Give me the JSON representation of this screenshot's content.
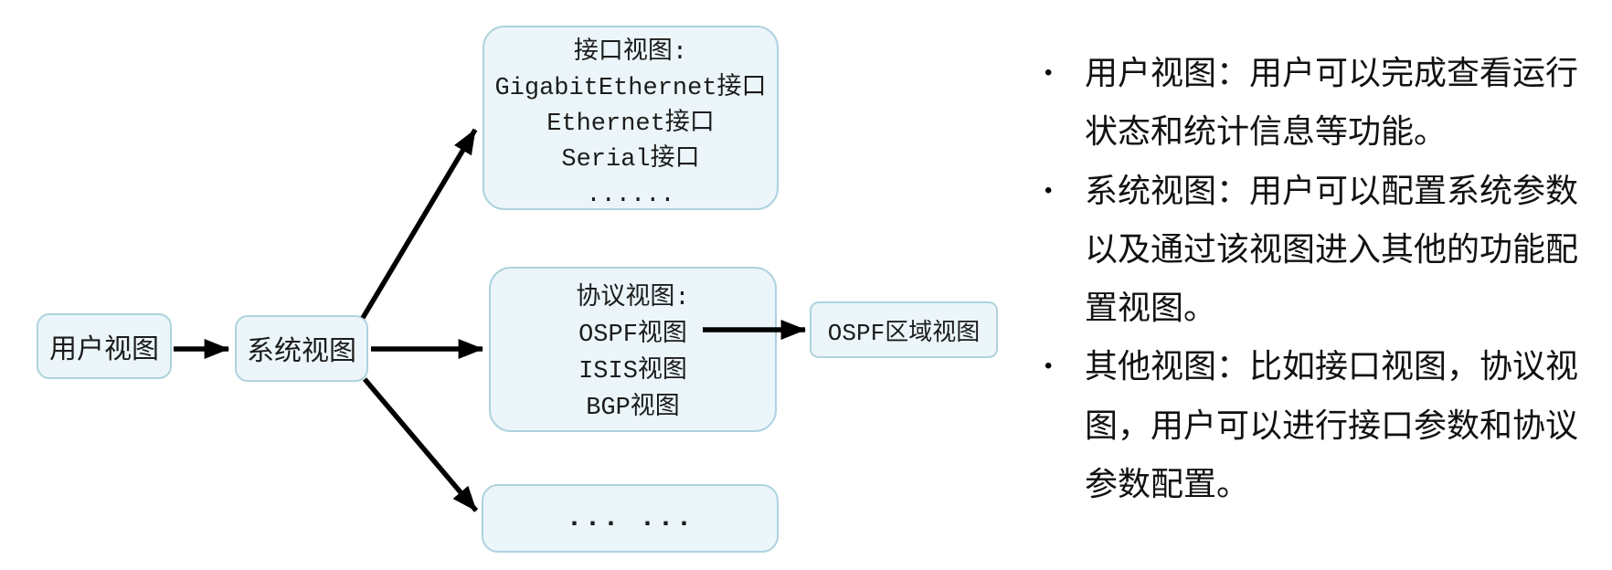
{
  "colors": {
    "box_border": "#aed2de",
    "box_fill": "#ecf6fa",
    "arrow": "#000000",
    "text": "#1c1c1c"
  },
  "diagram": {
    "nodes": {
      "user_view": {
        "label": "用户视图"
      },
      "system_view": {
        "label": "系统视图"
      },
      "interface_view": {
        "lines": [
          "接口视图:",
          "GigabitEthernet接口",
          "Ethernet接口",
          "Serial接口",
          "......"
        ]
      },
      "protocol_view": {
        "lines": [
          "协议视图:",
          "OSPF视图",
          "ISIS视图",
          "BGP视图"
        ]
      },
      "other_view": {
        "label": "... ..."
      },
      "ospf_area_view": {
        "label": "OSPF区域视图"
      }
    },
    "connections": [
      "用户视图 → 系统视图",
      "系统视图 → 接口视图",
      "系统视图 → 协议视图",
      "系统视图 → 其他(... ...)",
      "OSPF视图 → OSPF区域视图"
    ]
  },
  "notes": {
    "bullet_glyph": "•",
    "items": [
      {
        "lines": [
          "用户视图：用户可以完成查看运行",
          "状态和统计信息等功能。"
        ]
      },
      {
        "lines": [
          "系统视图：用户可以配置系统参数",
          "以及通过该视图进入其他的功能配",
          "置视图。"
        ]
      },
      {
        "lines": [
          "其他视图：比如接口视图，协议视",
          "图，用户可以进行接口参数和协议",
          "参数配置。"
        ]
      }
    ]
  }
}
